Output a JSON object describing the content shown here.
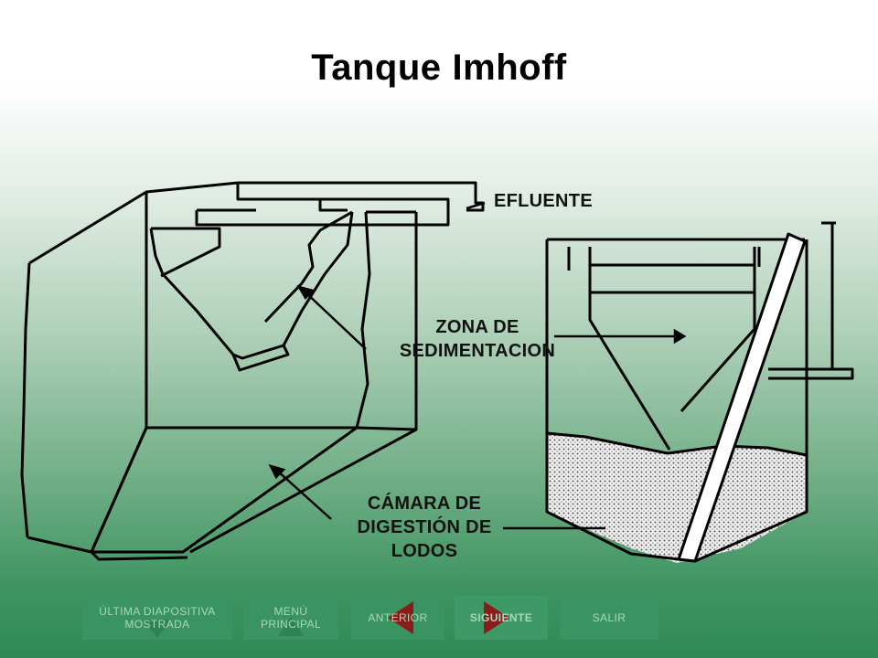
{
  "title": {
    "word1": "Tanque",
    "word2": "Imhoff"
  },
  "labels": {
    "efluente": "EFLUENTE",
    "zona_line1": "ZONA DE",
    "zona_line2": "SEDIMENTACION",
    "camara_line1": "CÁMARA DE",
    "camara_line2": "DIGESTIÓN DE",
    "camara_line3": "LODOS"
  },
  "nav": {
    "ultima_line1": "ÚLTIMA DIAPOSITIVA",
    "ultima_line2": "MOSTRADA",
    "menu_line1": "MENÚ",
    "menu_line2": "PRINCIPAL",
    "anterior": "ANTERIOR",
    "siguiente": "SIGUIENTE",
    "salir": "SALIR"
  },
  "colors": {
    "button_bg": "#3a9461",
    "button_text": "#a9d8b6",
    "active_text": "#ffffff"
  },
  "icons": {
    "anterior": "triangle-left-icon",
    "siguiente": "triangle-right-icon",
    "ultima": "triangle-down-icon",
    "menu": "triangle-up-icon"
  }
}
